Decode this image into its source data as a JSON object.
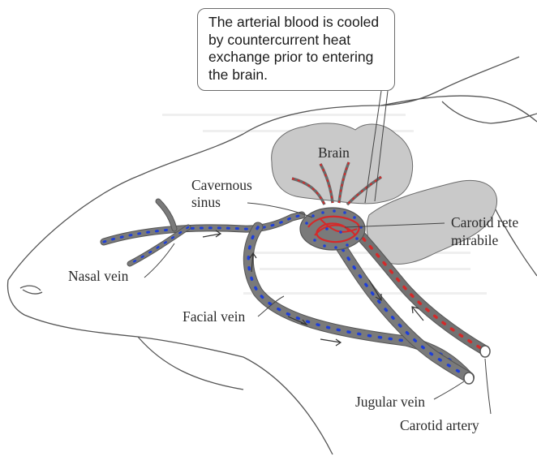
{
  "callout": {
    "text": "The arterial blood is cooled\nby countercurrent heat\nexchange prior to entering\nthe brain."
  },
  "labels": {
    "brain": "Brain",
    "cavernous_sinus_line1": "Cavernous",
    "cavernous_sinus_line2": "sinus",
    "carotid_rete_line1": "Carotid rete",
    "carotid_rete_line2": "mirabile",
    "nasal_vein": "Nasal vein",
    "facial_vein": "Facial vein",
    "jugular_vein": "Jugular vein",
    "carotid_artery": "Carotid artery"
  },
  "colors": {
    "vein_fill": "#6e6e6e",
    "vein_dots": "#1f3fd8",
    "artery_fill": "#727272",
    "artery_dots": "#d42a2a",
    "brain_fill": "#c9c9c9",
    "outline": "#555555"
  }
}
